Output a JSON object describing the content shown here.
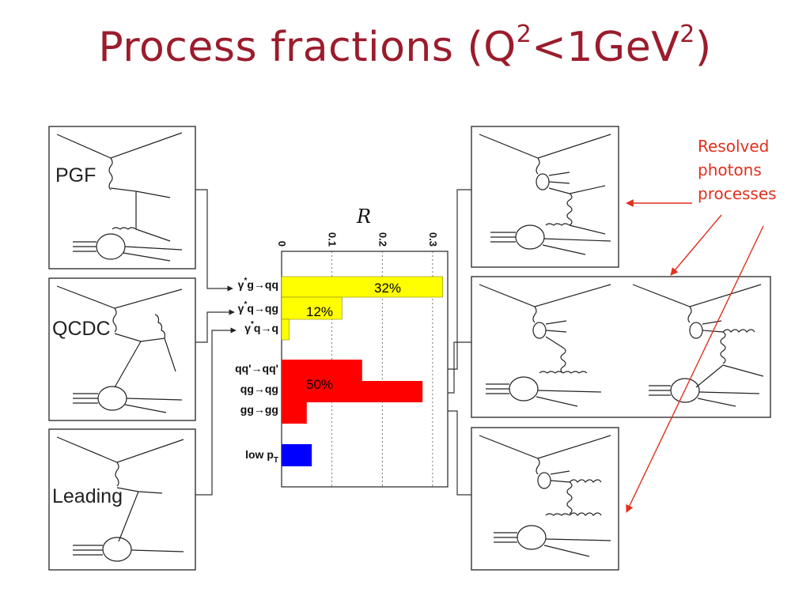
{
  "title": {
    "main": "Process fractions (Q",
    "sup1": "2",
    "mid": "<1GeV",
    "sup2": "2",
    "end": ")"
  },
  "diagram_labels": {
    "pgf": "PGF",
    "qcdc": "QCDC",
    "leading": "Leading"
  },
  "annotation": {
    "line1": "Resolved",
    "line2": "photons",
    "line3": "processes"
  },
  "chart_data": {
    "type": "bar",
    "orientation": "horizontal",
    "xlabel": "R",
    "x_ticks": [
      "0",
      "0.1",
      "0.2",
      "0.3"
    ],
    "xlim": [
      0,
      0.33
    ],
    "grid": true,
    "categories": [
      "γ*g→qq",
      "γ*q→qg",
      "γ*q→q",
      "qq'→qq'",
      "qg→qg",
      "gg→gg",
      "low pT"
    ],
    "values": [
      0.32,
      0.12,
      0.015,
      0.16,
      0.28,
      0.05,
      0.06
    ],
    "colors": [
      "#ffff00",
      "#ffff00",
      "#ffff00",
      "#ff0000",
      "#ff0000",
      "#ff0000",
      "#0000ff"
    ],
    "group_labels": [
      "32%",
      "12%",
      "50%"
    ],
    "category_labels": {
      "g1": {
        "pre": "γ",
        "sup": "*",
        "post": "g→qq"
      },
      "g2": {
        "pre": "γ",
        "sup": "*",
        "post": "q→qg"
      },
      "g3": {
        "pre": "γ",
        "sup": "*",
        "post": "q→q"
      },
      "r1": "qq'→qq'",
      "r2": "qg→qg",
      "r3": "gg→gg",
      "b1": {
        "pre": "low p",
        "sub": "T"
      }
    }
  }
}
